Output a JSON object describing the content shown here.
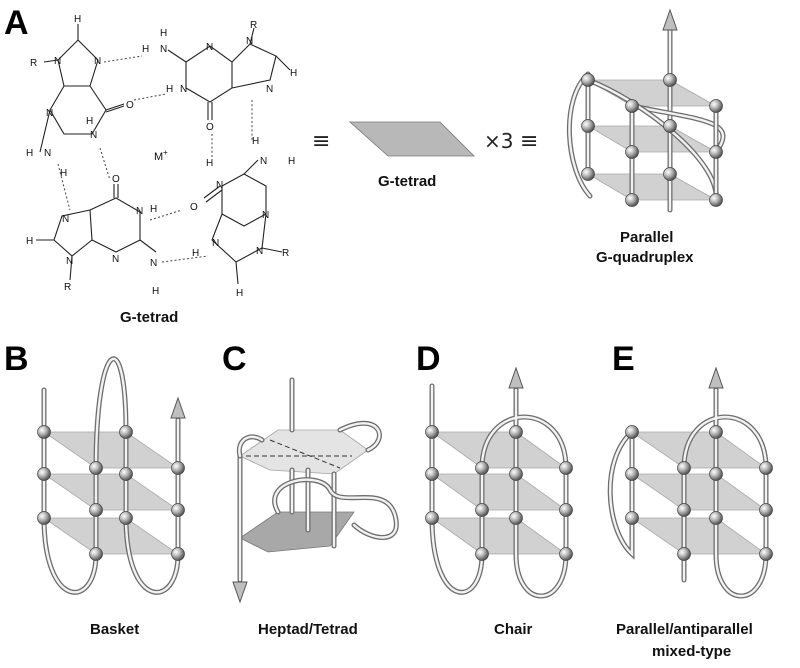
{
  "panels": {
    "A": {
      "letter": "A",
      "tetrad_caption": "G-tetrad",
      "cation": "M",
      "cation_charge": "+",
      "equiv_symbol": "≡",
      "plate_caption": "G-tetrad",
      "multiplier": "×3",
      "parallel_caption_line1": "Parallel",
      "parallel_caption_line2": "G-quadruplex"
    },
    "B": {
      "letter": "B",
      "caption": "Basket"
    },
    "C": {
      "letter": "C",
      "caption": "Heptad/Tetrad"
    },
    "D": {
      "letter": "D",
      "caption": "Chair"
    },
    "E": {
      "letter": "E",
      "caption_line1": "Parallel/antiparallel",
      "caption_line2": "mixed-type"
    }
  },
  "atoms": {
    "N": "N",
    "H": "H",
    "O": "O",
    "R": "R"
  },
  "colors": {
    "plate": "#c9c9c9",
    "tube": "#6e6e6e",
    "sphere": "#9a9a9a",
    "text": "#111111"
  }
}
